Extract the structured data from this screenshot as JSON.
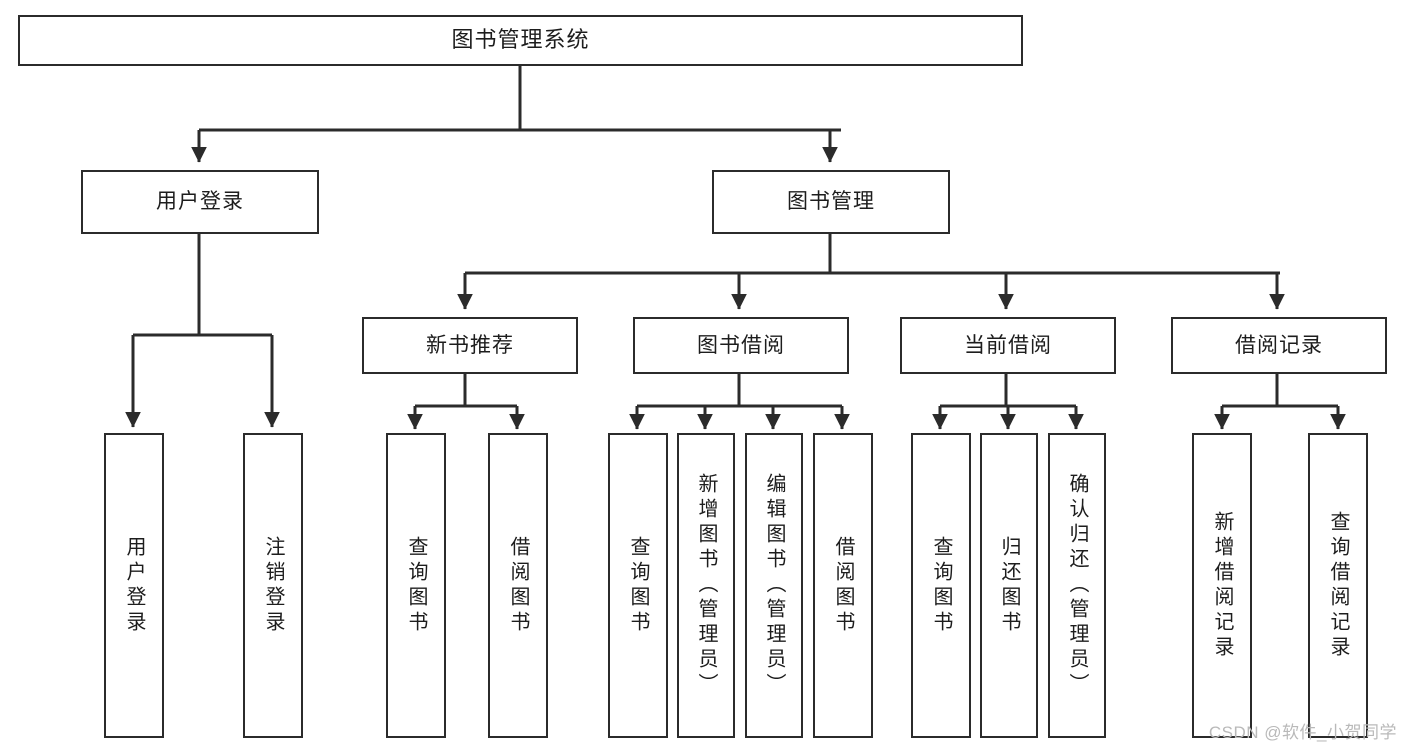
{
  "diagram": {
    "type": "tree-hierarchy",
    "title": "图书管理系统",
    "watermark": "CSDN @软件_小贺同学",
    "colors": {
      "stroke": "#2b2b2b",
      "fill": "#ffffff",
      "text": "#1d1d1d",
      "watermark": "#b9b9b9"
    },
    "levels": [
      {
        "level": 0,
        "nodes": [
          {
            "id": "root",
            "label": "图书管理系统",
            "orientation": "horizontal"
          }
        ]
      },
      {
        "level": 1,
        "nodes": [
          {
            "id": "login",
            "label": "用户登录",
            "orientation": "horizontal",
            "parent": "root"
          },
          {
            "id": "bookmgmt",
            "label": "图书管理",
            "orientation": "horizontal",
            "parent": "root"
          }
        ]
      },
      {
        "level": 2,
        "nodes": [
          {
            "id": "newbook",
            "label": "新书推荐",
            "orientation": "horizontal",
            "parent": "bookmgmt"
          },
          {
            "id": "borrow",
            "label": "图书借阅",
            "orientation": "horizontal",
            "parent": "bookmgmt"
          },
          {
            "id": "current",
            "label": "当前借阅",
            "orientation": "horizontal",
            "parent": "bookmgmt"
          },
          {
            "id": "records",
            "label": "借阅记录",
            "orientation": "horizontal",
            "parent": "bookmgmt"
          }
        ]
      },
      {
        "level": 3,
        "nodes": [
          {
            "id": "leaf-1",
            "label": "用户登录",
            "orientation": "vertical",
            "parent": "login"
          },
          {
            "id": "leaf-2",
            "label": "注销登录",
            "orientation": "vertical",
            "parent": "login"
          },
          {
            "id": "leaf-3",
            "label": "查询图书",
            "orientation": "vertical",
            "parent": "newbook"
          },
          {
            "id": "leaf-4",
            "label": "借阅图书",
            "orientation": "vertical",
            "parent": "newbook"
          },
          {
            "id": "leaf-5",
            "label": "查询图书",
            "orientation": "vertical",
            "parent": "borrow"
          },
          {
            "id": "leaf-6",
            "label": "新增图书（管理员）",
            "orientation": "vertical",
            "parent": "borrow"
          },
          {
            "id": "leaf-7",
            "label": "编辑图书（管理员）",
            "orientation": "vertical",
            "parent": "borrow"
          },
          {
            "id": "leaf-8",
            "label": "借阅图书",
            "orientation": "vertical",
            "parent": "borrow"
          },
          {
            "id": "leaf-9",
            "label": "查询图书",
            "orientation": "vertical",
            "parent": "current"
          },
          {
            "id": "leaf-10",
            "label": "归还图书",
            "orientation": "vertical",
            "parent": "current"
          },
          {
            "id": "leaf-11",
            "label": "确认归还（管理员）",
            "orientation": "vertical",
            "parent": "current"
          },
          {
            "id": "leaf-12",
            "label": "新增借阅记录",
            "orientation": "vertical",
            "parent": "records"
          },
          {
            "id": "leaf-13",
            "label": "查询借阅记录",
            "orientation": "vertical",
            "parent": "records"
          }
        ]
      }
    ]
  }
}
